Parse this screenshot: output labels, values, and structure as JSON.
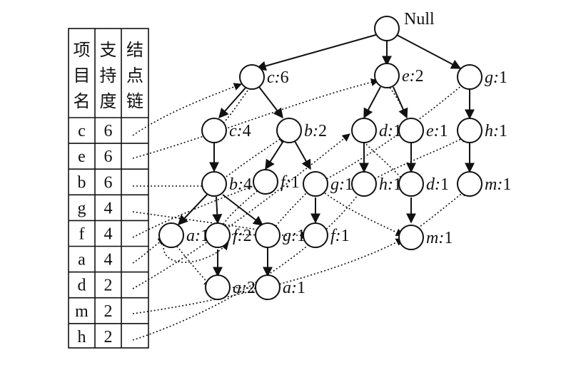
{
  "table": {
    "headers": [
      "项目名",
      "支持度",
      "结点链"
    ],
    "rows": [
      {
        "item": "c",
        "support": "6"
      },
      {
        "item": "e",
        "support": "6"
      },
      {
        "item": "b",
        "support": "6"
      },
      {
        "item": "g",
        "support": "4"
      },
      {
        "item": "f",
        "support": "4"
      },
      {
        "item": "a",
        "support": "4"
      },
      {
        "item": "d",
        "support": "2"
      },
      {
        "item": "m",
        "support": "2"
      },
      {
        "item": "h",
        "support": "2"
      }
    ]
  },
  "tree": {
    "root_label": "Null",
    "nodes": [
      {
        "id": "c6",
        "item": "c",
        "count": "6"
      },
      {
        "id": "e2",
        "item": "e",
        "count": "2"
      },
      {
        "id": "g1a",
        "item": "g",
        "count": "1"
      },
      {
        "id": "c4",
        "item": "c",
        "count": "4"
      },
      {
        "id": "b2",
        "item": "b",
        "count": "2"
      },
      {
        "id": "d1a",
        "item": "d",
        "count": "1"
      },
      {
        "id": "e1",
        "item": "e",
        "count": "1"
      },
      {
        "id": "h1a",
        "item": "h",
        "count": "1"
      },
      {
        "id": "b4",
        "item": "b",
        "count": "4"
      },
      {
        "id": "f1a",
        "item": "f",
        "count": "1"
      },
      {
        "id": "g1b",
        "item": "g",
        "count": "1"
      },
      {
        "id": "h1b",
        "item": "h",
        "count": "1"
      },
      {
        "id": "d1b",
        "item": "d",
        "count": "1"
      },
      {
        "id": "m1a",
        "item": "m",
        "count": "1"
      },
      {
        "id": "a1a",
        "item": "a",
        "count": "1"
      },
      {
        "id": "f2",
        "item": "f",
        "count": "2"
      },
      {
        "id": "g1c",
        "item": "g",
        "count": "1"
      },
      {
        "id": "f1b",
        "item": "f",
        "count": "1"
      },
      {
        "id": "m1b",
        "item": "m",
        "count": "1"
      },
      {
        "id": "a2",
        "item": "a",
        "count": "2"
      },
      {
        "id": "a1b",
        "item": "a",
        "count": "1"
      }
    ]
  }
}
